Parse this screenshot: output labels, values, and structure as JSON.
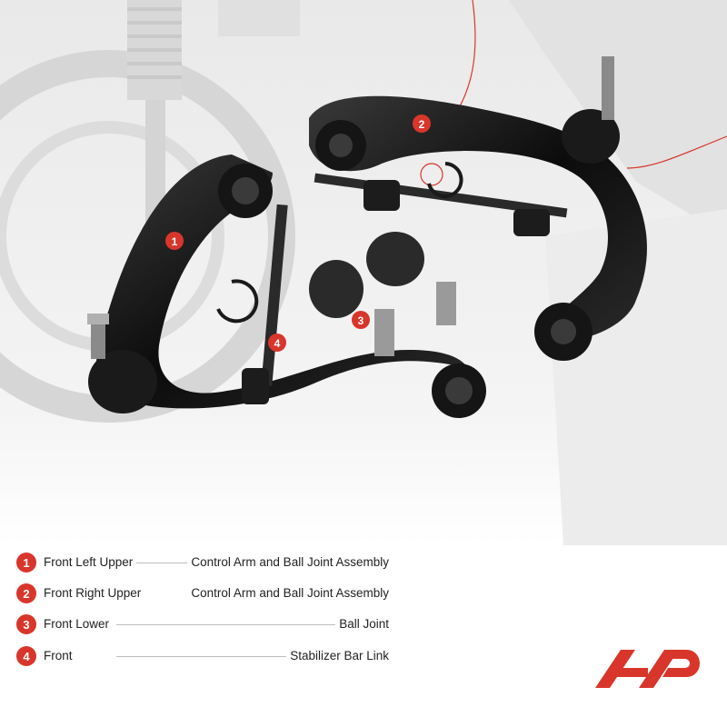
{
  "callouts": [
    "1",
    "2",
    "3",
    "4"
  ],
  "legend": [
    {
      "num": "1",
      "left": "Front Left Upper",
      "right": "Control Arm and Ball Joint Assembly"
    },
    {
      "num": "2",
      "left": "Front Right Upper",
      "right": "Control Arm and Ball Joint Assembly"
    },
    {
      "num": "3",
      "left": "Front Lower",
      "right": "Ball Joint"
    },
    {
      "num": "4",
      "left": "Front",
      "right": "Stabilizer Bar Link"
    }
  ],
  "colors": {
    "accent": "#d9362b",
    "part": "#111111",
    "background": "#ffffff"
  },
  "logo": {
    "name": "brand-logo-icon"
  }
}
